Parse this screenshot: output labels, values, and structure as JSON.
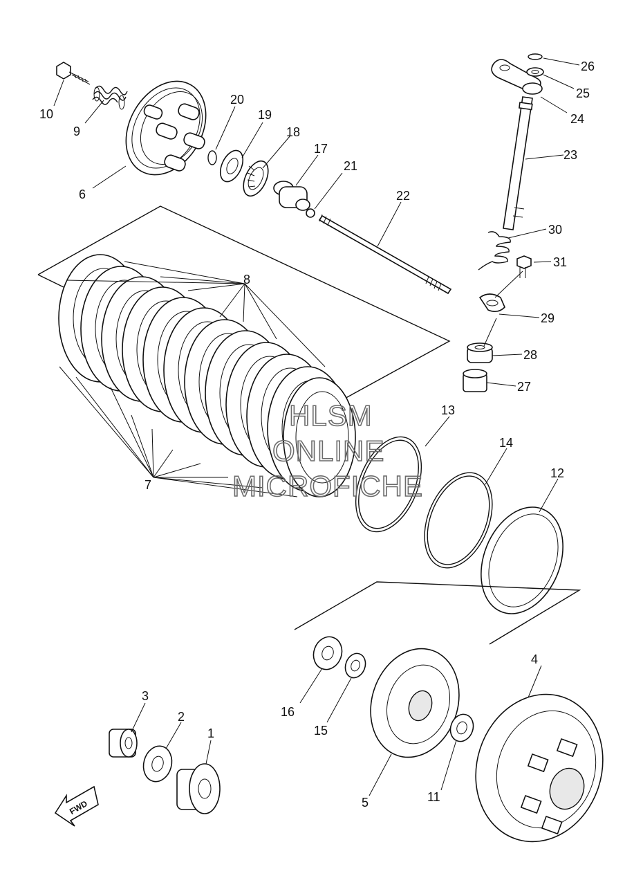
{
  "diagram": {
    "parts": [
      {
        "id": "1",
        "label": "1"
      },
      {
        "id": "2",
        "label": "2"
      },
      {
        "id": "3",
        "label": "3"
      },
      {
        "id": "4",
        "label": "4"
      },
      {
        "id": "5",
        "label": "5"
      },
      {
        "id": "6",
        "label": "6"
      },
      {
        "id": "7",
        "label": "7"
      },
      {
        "id": "8",
        "label": "8"
      },
      {
        "id": "9",
        "label": "9"
      },
      {
        "id": "10",
        "label": "10"
      },
      {
        "id": "11",
        "label": "11"
      },
      {
        "id": "12",
        "label": "12"
      },
      {
        "id": "13",
        "label": "13"
      },
      {
        "id": "14",
        "label": "14"
      },
      {
        "id": "15",
        "label": "15"
      },
      {
        "id": "16",
        "label": "16"
      },
      {
        "id": "17",
        "label": "17"
      },
      {
        "id": "18",
        "label": "18"
      },
      {
        "id": "19",
        "label": "19"
      },
      {
        "id": "20",
        "label": "20"
      },
      {
        "id": "21",
        "label": "21"
      },
      {
        "id": "22",
        "label": "22"
      },
      {
        "id": "23",
        "label": "23"
      },
      {
        "id": "24",
        "label": "24"
      },
      {
        "id": "25",
        "label": "25"
      },
      {
        "id": "26",
        "label": "26"
      },
      {
        "id": "27",
        "label": "27"
      },
      {
        "id": "28",
        "label": "28"
      },
      {
        "id": "29",
        "label": "29"
      },
      {
        "id": "30",
        "label": "30"
      },
      {
        "id": "31",
        "label": "31"
      }
    ],
    "direction_arrow": "FWD",
    "watermark": [
      "HLSM",
      "ONLINE",
      "MICROFICHE"
    ]
  }
}
